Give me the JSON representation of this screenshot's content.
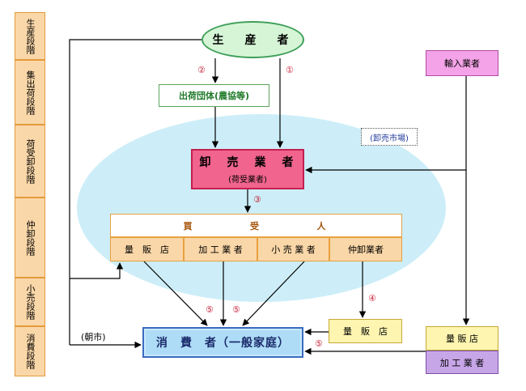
{
  "stages": [
    "生産段階",
    "集出荷段階",
    "荷受卸段階",
    "仲卸段階",
    "小売段階",
    "消費段階"
  ],
  "nodes": {
    "producer": "生　産　者",
    "shipping_group": "出荷団体(農協等)",
    "importer": "輸入業者",
    "wholesaler": "卸　売　業　者",
    "wholesaler_sub": "(荷受業者)",
    "market": "(卸売市場)",
    "buyers_chars": [
      "買",
      "受",
      "人"
    ],
    "buyers": [
      "量　販　店",
      "加 工 業 者",
      "小 売 業 者",
      "仲卸業者"
    ],
    "consumer": "消　費　者（一般家庭）",
    "mass_retailer_mid": "量　販　店",
    "mass_retailer_right": "量 販 店",
    "processor_right": "加 工 業 者",
    "morning_market": "(朝市)"
  },
  "routes": [
    "①",
    "②",
    "③",
    "④",
    "⑤",
    "⑤",
    "⑤"
  ],
  "colors": {
    "ellipse_fill": "#cdeef8",
    "line": "#000000",
    "route_number": "#c8243a"
  }
}
